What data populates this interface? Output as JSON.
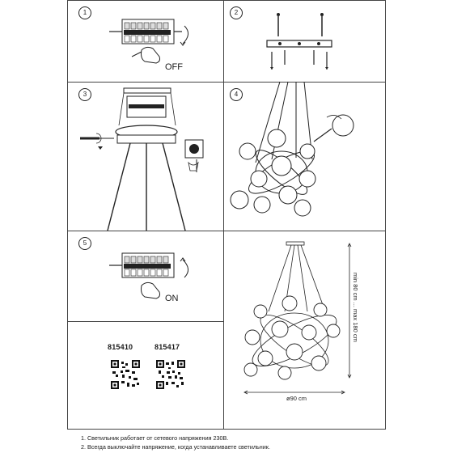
{
  "steps": {
    "s1": "1",
    "s2": "2",
    "s3": "3",
    "s4": "4",
    "s5": "5"
  },
  "panel1": {
    "off_label": "OFF"
  },
  "panel5": {
    "on_label": "ON"
  },
  "codes": {
    "code_a": "815410",
    "code_b": "815417"
  },
  "dimensions": {
    "height": "min 80 cm ... max 180 cm",
    "diameter": "ø90 cm"
  },
  "notes": [
    "1. Светильник работает от сетевого напряжения 230В.",
    "2. Всегда выключайте напряжение, когда устанавливаете светильник."
  ],
  "icons": [
    "breaker-panel-icon",
    "hand-icon",
    "rotate-arrow-icon",
    "screwdriver-icon",
    "bulb-icon",
    "qr-code-icon"
  ]
}
